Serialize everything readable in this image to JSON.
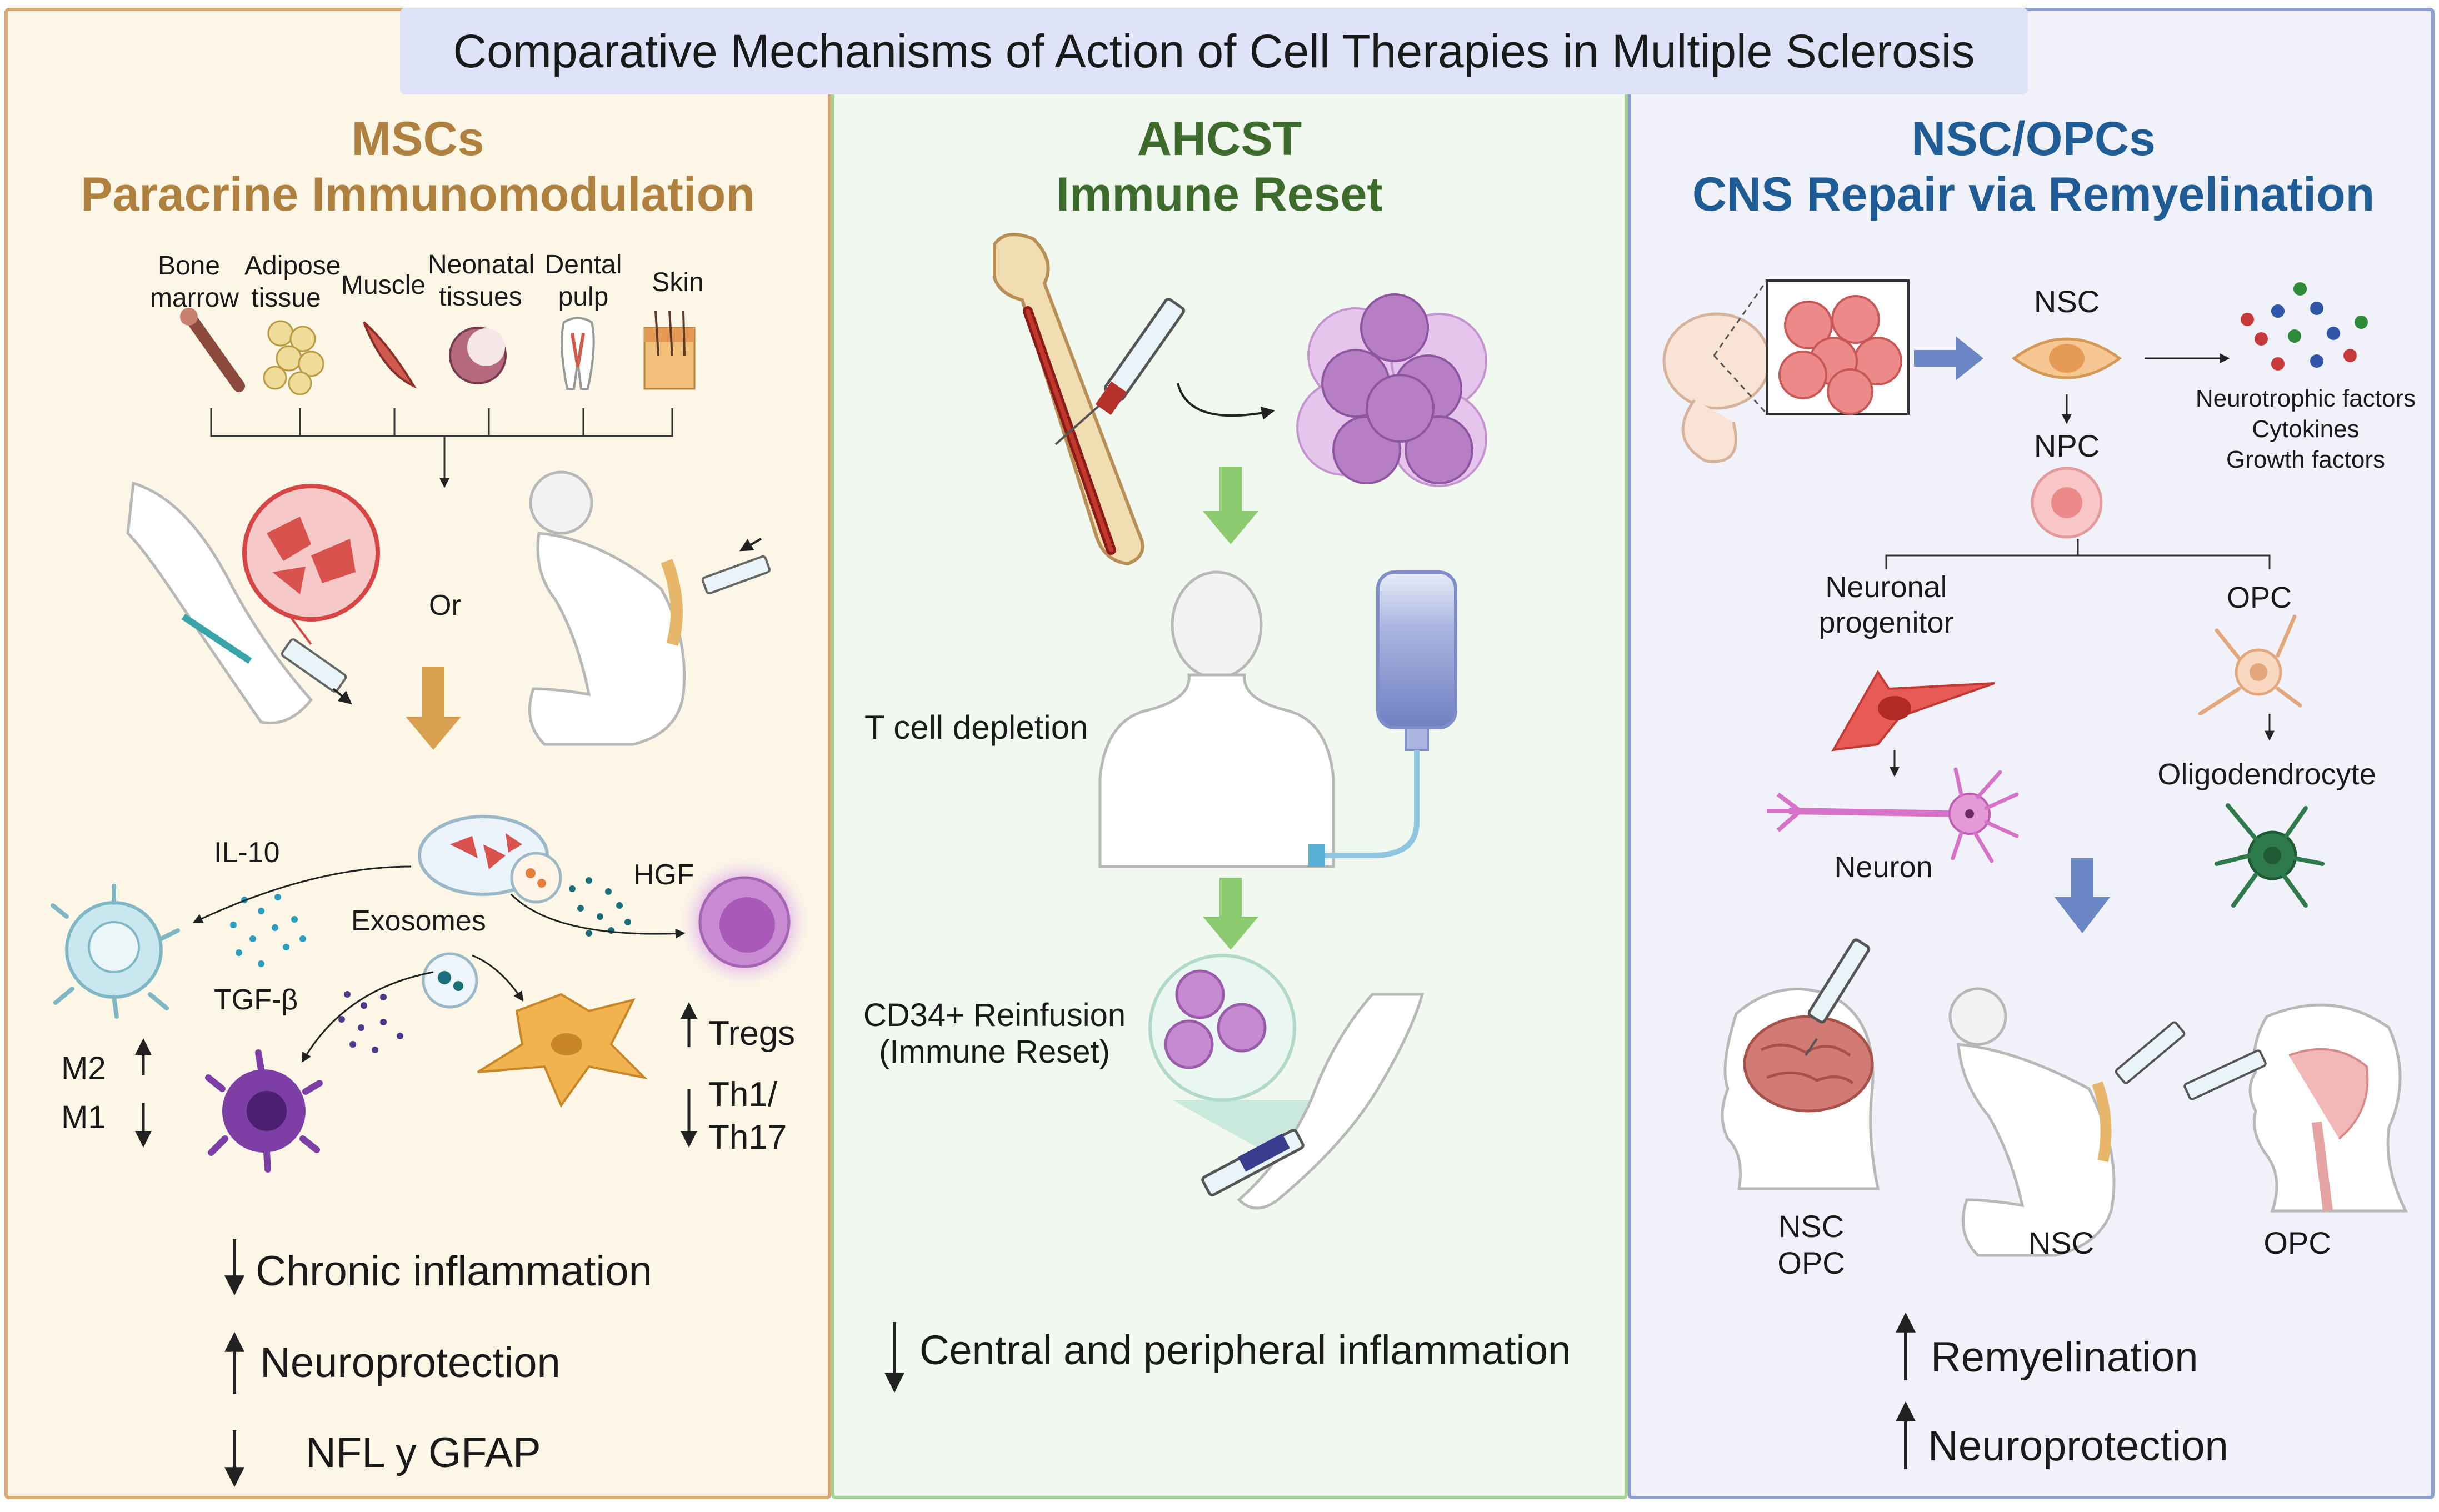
{
  "title": "Comparative Mechanisms of Action of Cell Therapies in Multiple Sclerosis",
  "colors": {
    "msc": "#b0813e",
    "ahcst": "#3d6b2c",
    "nsc": "#1f5c96",
    "msc_arrow": "#d9a04f",
    "ahcst_arrow": "#8ccb6f",
    "nsc_arrow": "#6b86c4"
  },
  "panels": {
    "msc": {
      "heading_line1": "MSCs",
      "heading_line2": "Paracrine Immunomodulation",
      "sources": [
        {
          "label": "Bone\nmarrow",
          "icon": "bone-icon"
        },
        {
          "label": "Adipose\ntissue",
          "icon": "adipose-icon"
        },
        {
          "label": "Muscle",
          "icon": "muscle-icon"
        },
        {
          "label": "Neonatal\ntissues",
          "icon": "placenta-icon"
        },
        {
          "label": "Dental\npulp",
          "icon": "tooth-icon"
        },
        {
          "label": "Skin",
          "icon": "skin-icon"
        }
      ],
      "or_label": "Or",
      "il10": "IL-10",
      "tgfb": "TGF-β",
      "exosomes": "Exosomes",
      "hgf": "HGF",
      "m2": "M2",
      "m1": "M1",
      "tregs": "Tregs",
      "th1": "Th1/",
      "th17": "Th17",
      "outcomes": [
        {
          "direction": "down",
          "text": "Chronic inflammation"
        },
        {
          "direction": "up",
          "text": "Neuroprotection"
        },
        {
          "direction": "down",
          "text": "NFL y GFAP"
        }
      ]
    },
    "ahcst": {
      "heading_line1": "AHCST",
      "heading_line2": "Immune Reset",
      "t_cell_depletion": "T cell depletion",
      "reinfusion_line1": "CD34+ Reinfusion",
      "reinfusion_line2": "(Immune Reset)",
      "outcome": {
        "direction": "down",
        "text": "Central and peripheral inflammation"
      }
    },
    "nsc": {
      "heading_line1": "NSC/OPCs",
      "heading_line2": "CNS Repair via Remyelination",
      "nsc": "NSC",
      "npc": "NPC",
      "factors": [
        "Neurotrophic factors",
        "Cytokines",
        "Growth factors"
      ],
      "neuronal_progenitor_line1": "Neuronal",
      "neuronal_progenitor_line2": "progenitor",
      "opc": "OPC",
      "neuron": "Neuron",
      "oligodendrocyte": "Oligodendrocyte",
      "routes": [
        {
          "line1": "NSC",
          "line2": "OPC"
        },
        {
          "line1": "NSC",
          "line2": ""
        },
        {
          "line1": "OPC",
          "line2": ""
        }
      ],
      "outcomes": [
        {
          "direction": "up",
          "text": "Remyelination"
        },
        {
          "direction": "up",
          "text": "Neuroprotection"
        }
      ]
    }
  }
}
